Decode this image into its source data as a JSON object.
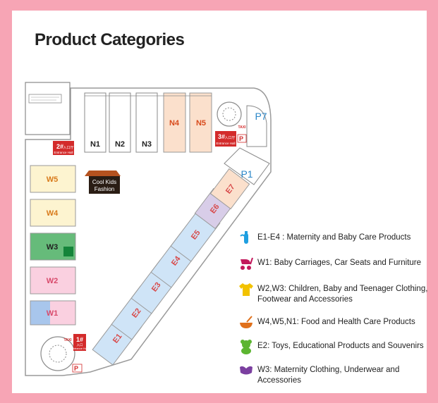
{
  "title": "Product Categories",
  "booths": {
    "N1": "N1",
    "N2": "N2",
    "N3": "N3",
    "N4": "N4",
    "N5": "N5",
    "W1": "W1",
    "W2": "W2",
    "W3": "W3",
    "W4": "W4",
    "W5": "W5",
    "E1": "E1",
    "E2": "E2",
    "E3": "E3",
    "E4": "E4",
    "E5": "E5",
    "E6": "E6",
    "E7": "E7"
  },
  "parking": {
    "P1": "P1",
    "P7": "P7"
  },
  "entrances": {
    "e1": {
      "num": "1#",
      "cn": "入口",
      "en": "Entrance Hall"
    },
    "e2": {
      "num": "2#",
      "cn": "入口厅",
      "en": "Entrance Hall"
    },
    "e3": {
      "num": "3#",
      "cn": "入口厅",
      "en": "Entrance Hall"
    }
  },
  "taxi": "TAXI",
  "landmark": {
    "line1": "Cool Kids",
    "line2": "Fashion"
  },
  "legend": [
    {
      "icon": "bottle-icon",
      "color": "#1f9fe0",
      "text": "E1-E4 : Maternity and Baby Care Products"
    },
    {
      "icon": "stroller-icon",
      "color": "#c2185b",
      "text": "W1: Baby Carriages, Car Seats and Furniture"
    },
    {
      "icon": "clothing-icon",
      "color": "#f2c200",
      "text": "W2,W3: Children, Baby and Teenager Clothing, Footwear and Accessories"
    },
    {
      "icon": "food-bowl-icon",
      "color": "#e0701b",
      "text": "W4,W5,N1: Food and Health Care Products"
    },
    {
      "icon": "toy-bear-icon",
      "color": "#5cb531",
      "text": "E2: Toys, Educational Products and Souvenirs"
    },
    {
      "icon": "underwear-icon",
      "color": "#7b3fa0",
      "text": "W3: Maternity Clothing, Underwear and Accessories"
    }
  ]
}
